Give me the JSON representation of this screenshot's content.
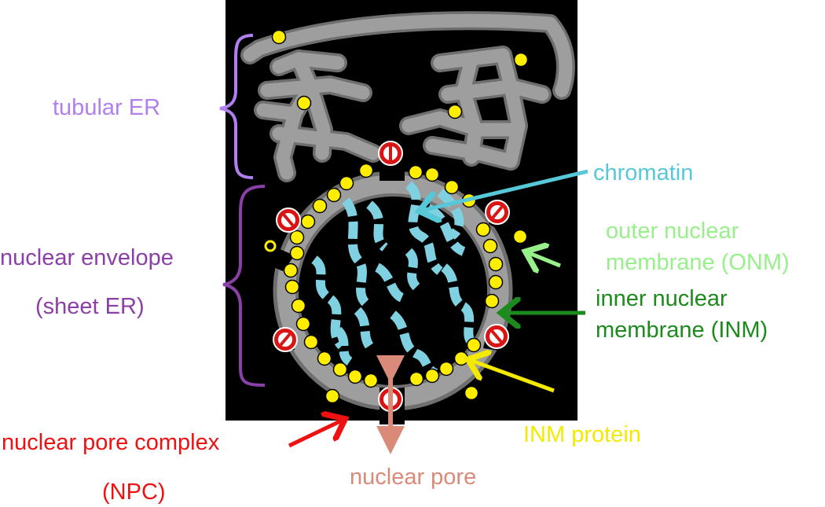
{
  "diagram": {
    "labels": {
      "tubular_er": "tubular ER",
      "nuclear_envelope": "nuclear envelope",
      "sheet_er": "(sheet ER)",
      "chromatin": "chromatin",
      "onm_line1": "outer nuclear",
      "onm_line2": "membrane (ONM)",
      "inm_line1": "inner nuclear",
      "inm_line2": "membrane (INM)",
      "inm_protein": "INM protein",
      "npc_line1": "nuclear pore complex",
      "npc_line2": "(NPC)",
      "nuclear_pore": "nuclear pore"
    },
    "colors": {
      "background_panel": "#000000",
      "membrane": "#9e9e9e",
      "membrane_dark": "#6f6f6f",
      "inm_protein": "#ffee00",
      "npc": "#e01818",
      "chromatin": "#7fd0e0",
      "tubular_er_label": "#b07ff0",
      "nuclear_envelope_label": "#8b3fa8",
      "chromatin_label": "#56c8d8",
      "onm_label": "#98f08a",
      "inm_label": "#1d8a1d",
      "inm_protein_label": "#f3ea00",
      "npc_label": "#ee1111",
      "nuclear_pore_label": "#d98a78"
    }
  }
}
